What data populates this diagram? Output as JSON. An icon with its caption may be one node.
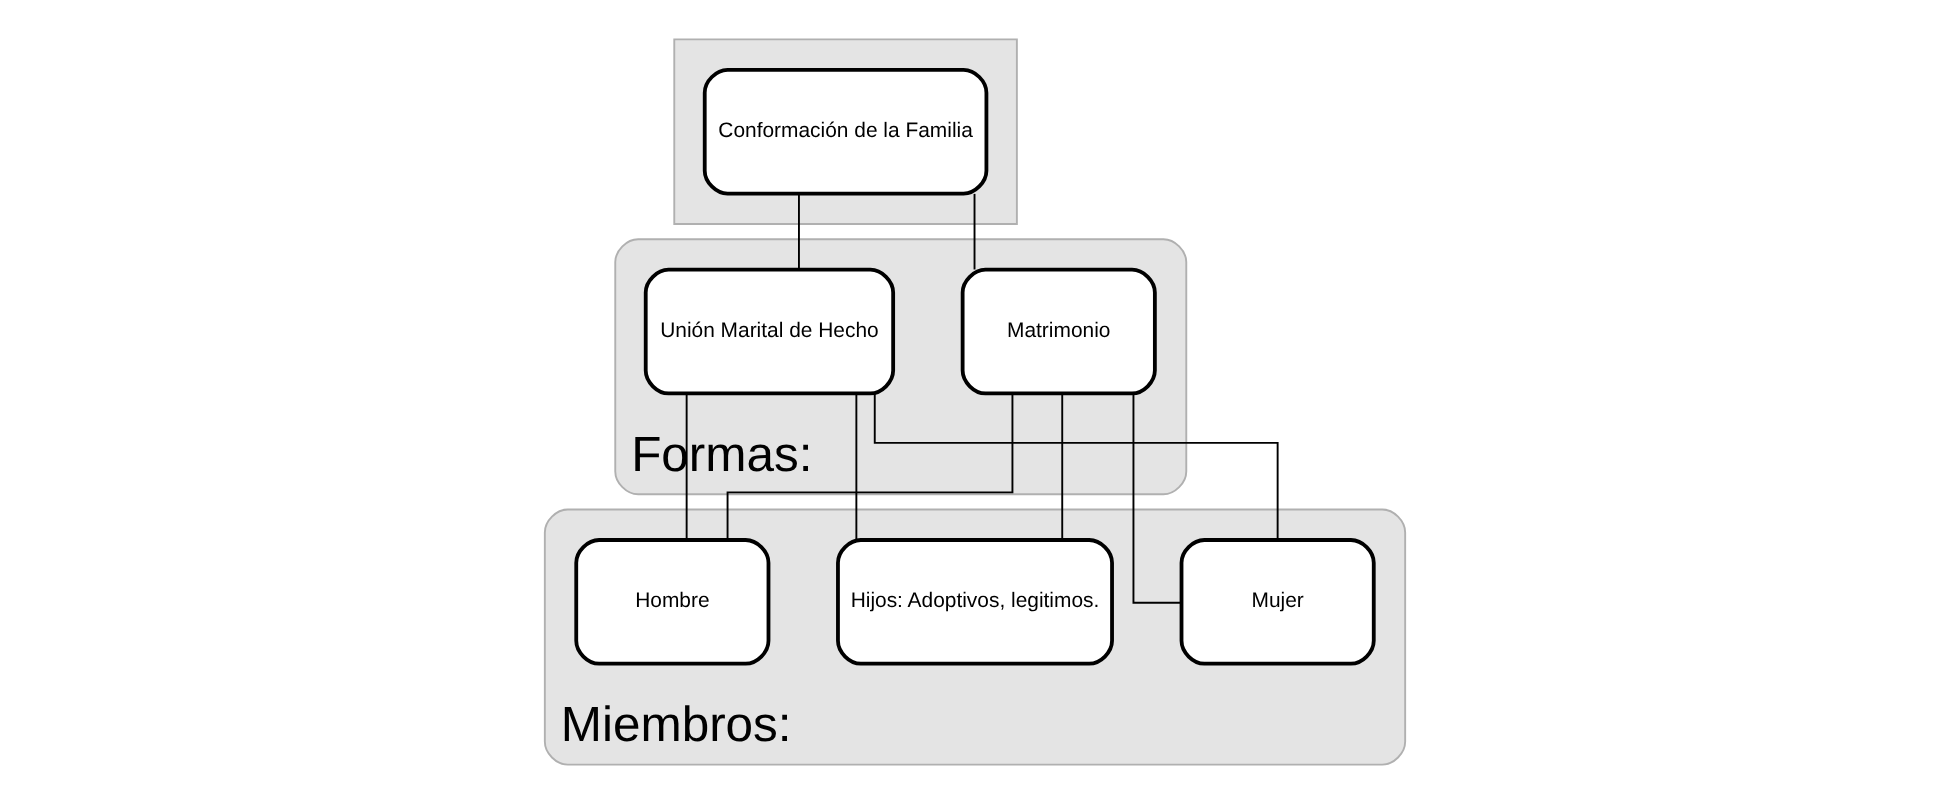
{
  "diagram": {
    "nodes": [
      {
        "text": [],
        "shape": "box"
      },
      {
        "text": [
          "Conformación de la Familia"
        ],
        "in": 0
      },
      {
        "text": [
          "Formas:"
        ]
      },
      {
        "text": [
          "Matrimonio"
        ],
        "in": 2
      },
      {
        "text": [
          "Unión Marital de Hecho"
        ],
        "in": 2
      },
      {
        "text": [
          "Miembros:"
        ]
      },
      {
        "text": [
          "Hombre"
        ],
        "in": 5
      },
      {
        "text": [
          "Mujer"
        ],
        "in": 5
      },
      {
        "text": [
          "Hijos: Adoptivos, legitimos."
        ],
        "in": 5
      }
    ],
    "edges": [
      {
        "from": 1,
        "to": 3,
        "arrow": "none"
      },
      {
        "from": 1,
        "to": 4,
        "arrow": "none"
      },
      {
        "from": 3,
        "to": 6,
        "arrow": "none"
      },
      {
        "from": 3,
        "to": 7,
        "arrow": "none"
      },
      {
        "from": 3,
        "to": 8,
        "arrow": "none"
      },
      {
        "from": 4,
        "to": 6,
        "arrow": "none"
      },
      {
        "from": 4,
        "to": 7,
        "arrow": "none"
      },
      {
        "from": 4,
        "to": 8,
        "arrow": "none"
      }
    ]
  }
}
